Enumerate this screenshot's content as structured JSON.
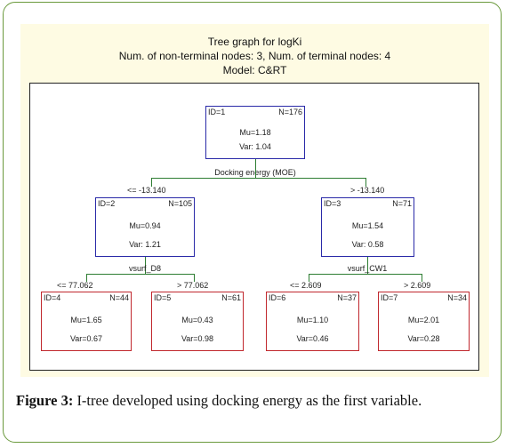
{
  "header": {
    "line1": "Tree graph for logKi",
    "line2": "Num. of non-terminal nodes: 3,  Num. of terminal nodes: 4",
    "line3": "Model: C&RT"
  },
  "nodes": {
    "n1": {
      "id": "ID=1",
      "n": "N=176",
      "mu": "Mu=1.18",
      "var": "Var: 1.04"
    },
    "n2": {
      "id": "ID=2",
      "n": "N=105",
      "mu": "Mu=0.94",
      "var": "Var: 1.21"
    },
    "n3": {
      "id": "ID=3",
      "n": "N=71",
      "mu": "Mu=1.54",
      "var": "Var: 0.58"
    },
    "n4": {
      "id": "ID=4",
      "n": "N=44",
      "mu": "Mu=1.65",
      "var": "Var=0.67"
    },
    "n5": {
      "id": "ID=5",
      "n": "N=61",
      "mu": "Mu=0.43",
      "var": "Var=0.98"
    },
    "n6": {
      "id": "ID=6",
      "n": "N=37",
      "mu": "Mu=1.10",
      "var": "Var=0.46"
    },
    "n7": {
      "id": "ID=7",
      "n": "N=34",
      "mu": "Mu=2.01",
      "var": "Var=0.28"
    }
  },
  "splits": {
    "root": {
      "variable": "Docking energy (MOE)",
      "left": "<= -13.140",
      "right": "> -13.140"
    },
    "left": {
      "variable": "vsurf_D8",
      "left": "<= 77.062",
      "right": "> 77.062"
    },
    "right": {
      "variable": "vsurf_CW1",
      "left": "<= 2.609",
      "right": "> 2.609"
    }
  },
  "caption": {
    "label": "Figure 3:",
    "text": " I-tree developed using docking energy as the first variable."
  },
  "colors": {
    "internal_node_border": "#2a2aa8",
    "terminal_node_border": "#c0272d",
    "edge": "#2e7d32",
    "plot_background": "#fefbe3",
    "frame_border": "#6b9a3d"
  }
}
